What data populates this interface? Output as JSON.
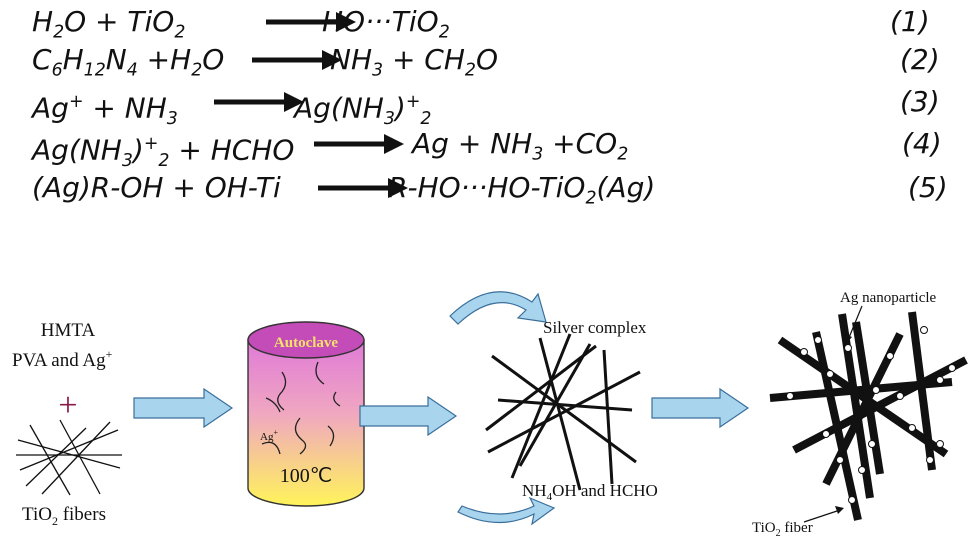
{
  "equations": [
    {
      "left": "H2O + TiO2",
      "right": "HO···TiO2",
      "number": "(1)"
    },
    {
      "left": "C6H12N4 +H2O",
      "right": "NH3 + CH2O",
      "number": "(2)"
    },
    {
      "left": "Ag+ + NH3",
      "right": "Ag(NH3)+2",
      "number": "(3)"
    },
    {
      "left": "Ag(NH3)+2 + HCHO",
      "right": "Ag + NH3 +CO2",
      "number": "(4)"
    },
    {
      "left": "(Ag)R-OH + OH-Ti",
      "right": "R-HO···HO-TiO2(Ag)",
      "number": "(5)"
    }
  ],
  "diagram": {
    "reactants": {
      "line1": "HMTA",
      "line2": "PVA and Ag",
      "line2_sup": "+",
      "plus": "+"
    },
    "fibers_label": "TiO",
    "fibers_label_sub": "2",
    "fibers_label_rest": " fibers",
    "autoclave": {
      "title": "Autoclave",
      "ion": "Ag",
      "ion_sup": "+",
      "temperature": "100℃"
    },
    "silver_complex": "Silver complex",
    "nh4oh_pre": "NH",
    "nh4oh_sub": "4",
    "nh4oh_rest": "OH and HCHO",
    "ag_nanoparticle": "Ag nanoparticle",
    "tio2_fiber_pre": "TiO",
    "tio2_fiber_sub": "2",
    "tio2_fiber_rest": " fiber",
    "colors": {
      "arrow_fill": "#a8d4ee",
      "arrow_stroke": "#3a6f9a",
      "plus": "#8b1a4a",
      "cylinder_top": "#e07ad8",
      "cylinder_bottom": "#fff45a",
      "title": "#f5e06a"
    }
  }
}
